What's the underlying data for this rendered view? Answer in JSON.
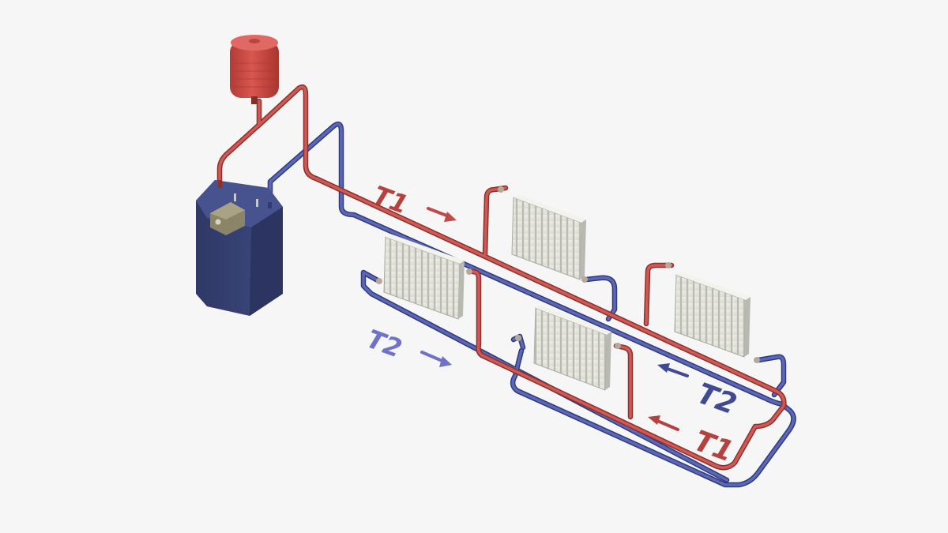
{
  "labels": {
    "supply_top": "T1",
    "supply_bottom": "T1",
    "return_left": "T2",
    "return_right": "T2"
  },
  "colors": {
    "background": "#f6f6f7",
    "supply_pipe": "#c04a47",
    "return_pipe": "#4a55a2",
    "supply_label": "#b5423e",
    "return_label_left": "#6f72c9",
    "return_label_right": "#3f4a92",
    "boiler": "#3b4577",
    "expansion_tank": "#cc4c45",
    "radiator": "#e3e3dc"
  },
  "components": {
    "expansion_tank": "expansion-tank",
    "boiler": "boiler",
    "radiators": [
      "radiator",
      "radiator",
      "radiator",
      "radiator"
    ]
  }
}
